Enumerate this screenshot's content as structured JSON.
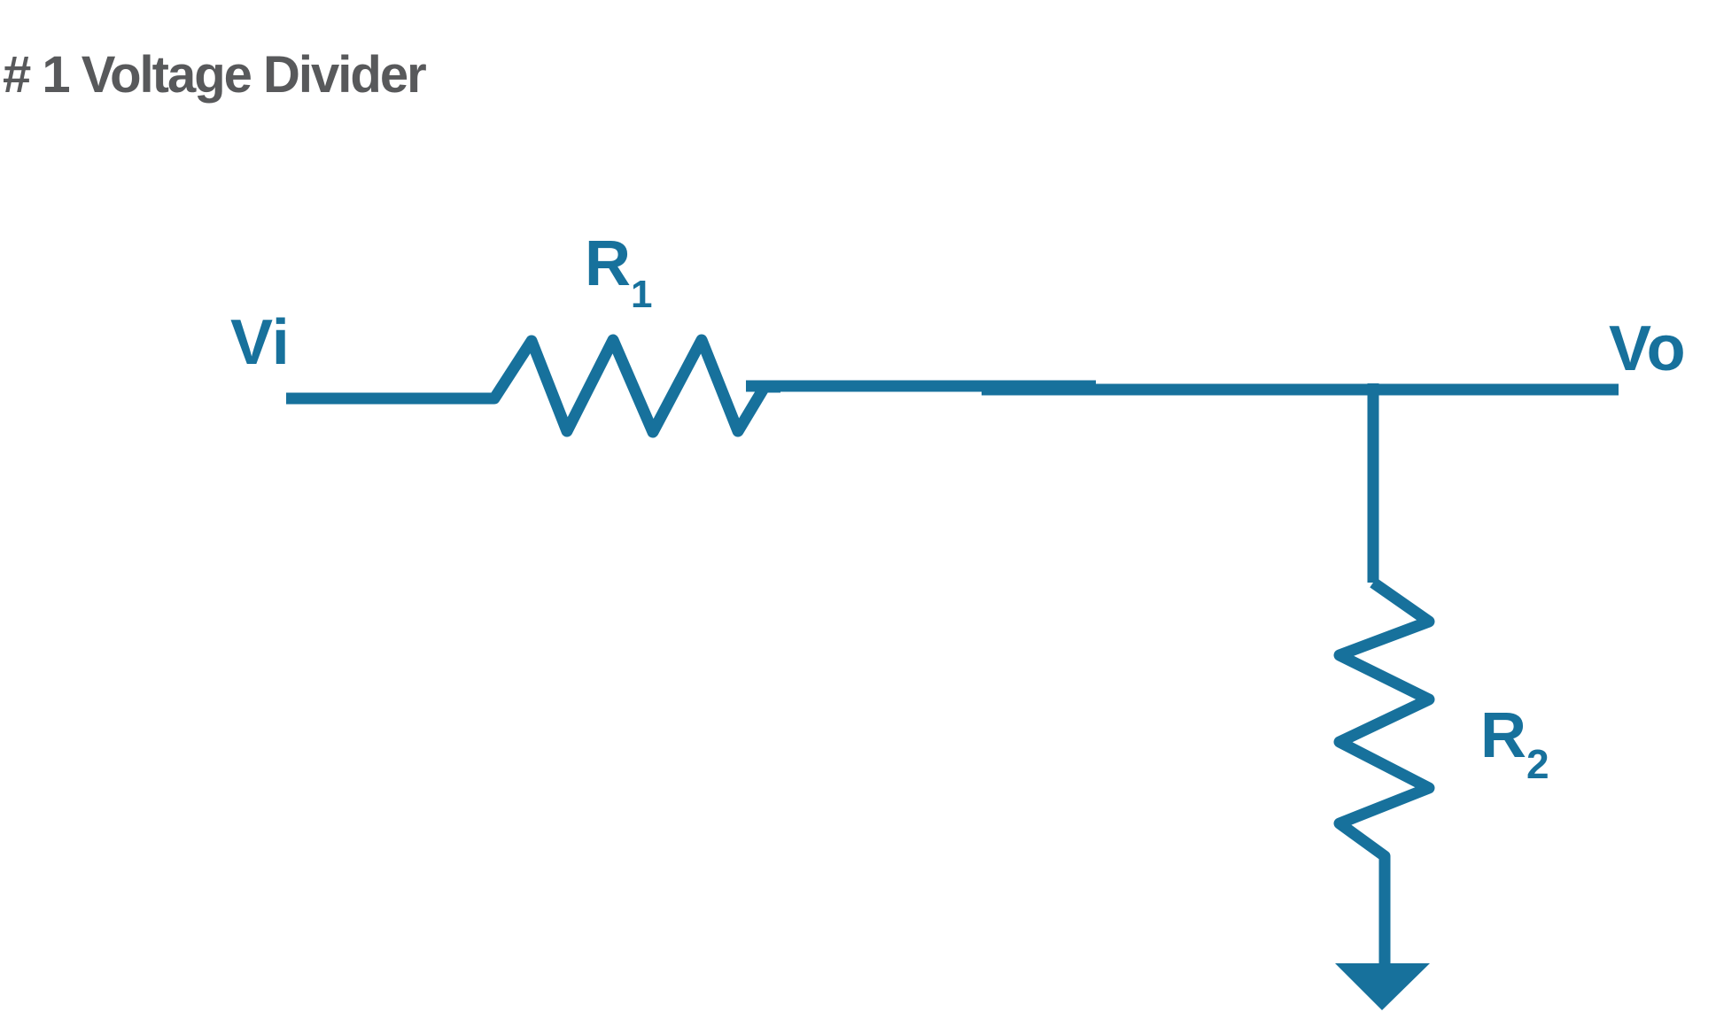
{
  "title": "# 1 Voltage Divider",
  "colors": {
    "circuit": "#17719C",
    "title_text": "#58595B",
    "background": "#FFFFFF"
  },
  "labels": {
    "vi": "Vi",
    "vo": "Vo",
    "r1": {
      "base": "R",
      "sub": "1"
    },
    "r2": {
      "base": "R",
      "sub": "2"
    }
  },
  "diagram": {
    "kind": "circuit-schematic",
    "components": [
      {
        "id": "R1",
        "type": "resistor",
        "label": "R1",
        "orientation": "horizontal"
      },
      {
        "id": "R2",
        "type": "resistor",
        "label": "R2",
        "orientation": "vertical"
      }
    ],
    "nodes": [
      {
        "id": "Vi",
        "role": "input terminal"
      },
      {
        "id": "Vo",
        "role": "output terminal"
      },
      {
        "id": "ground",
        "symbol": "down-arrow"
      }
    ],
    "connections": [
      [
        "Vi",
        "R1"
      ],
      [
        "R1",
        "Vo"
      ],
      [
        "Vo",
        "R2"
      ],
      [
        "R2",
        "ground"
      ]
    ]
  }
}
